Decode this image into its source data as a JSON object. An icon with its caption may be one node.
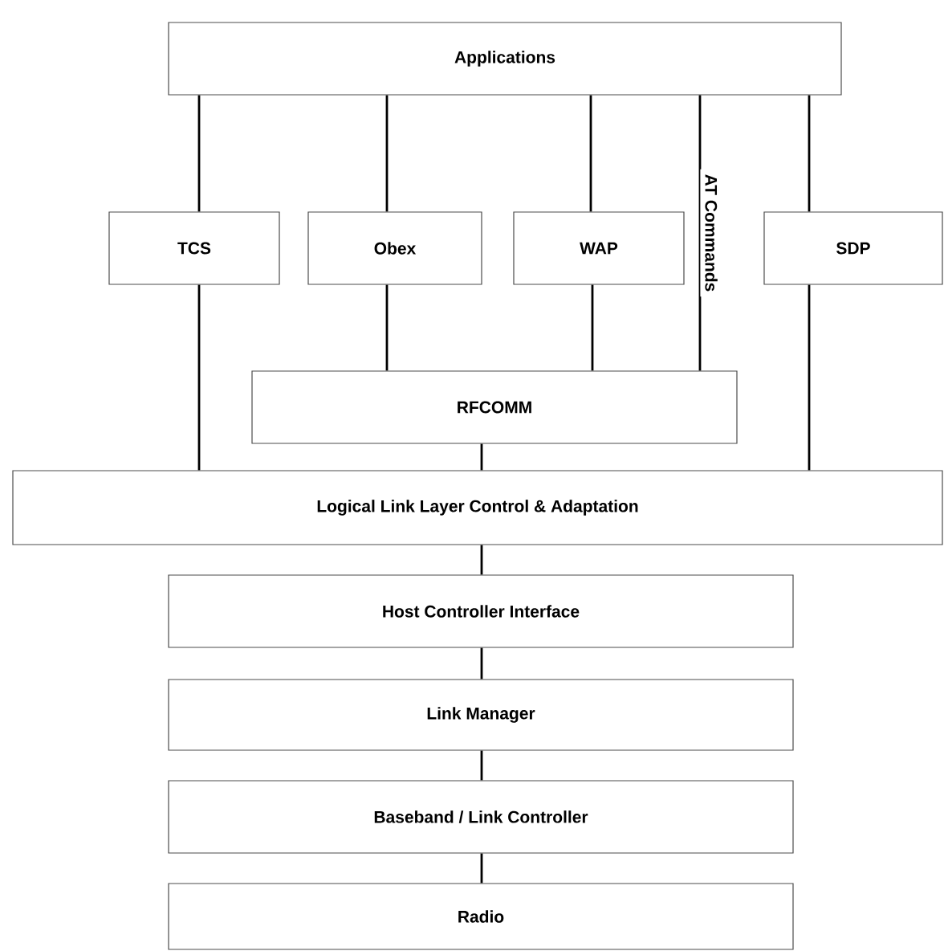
{
  "diagram": {
    "nodes": [
      {
        "text": [
          "Applications"
        ]
      },
      {
        "text": [
          "TCS"
        ]
      },
      {
        "text": [
          "Obex"
        ]
      },
      {
        "text": [
          "WAP"
        ]
      },
      {
        "text": [
          "SDP"
        ]
      },
      {
        "text": [
          "RFCOMM"
        ]
      },
      {
        "text": [
          "Logical Link Layer Control & Adaptation"
        ]
      },
      {
        "text": [
          "Host Controller Interface"
        ]
      },
      {
        "text": [
          "Link Manager"
        ]
      },
      {
        "text": [
          "Baseband / Link Controller"
        ]
      },
      {
        "text": [
          "Radio"
        ]
      }
    ],
    "edges": [
      {
        "from": 0,
        "to": 1,
        "arrow": "none"
      },
      {
        "from": 0,
        "to": 2,
        "arrow": "none"
      },
      {
        "from": 0,
        "to": 3,
        "arrow": "none"
      },
      {
        "from": 0,
        "to": 5,
        "arrow": "none",
        "label": "AT Commands"
      },
      {
        "from": 0,
        "to": 4,
        "arrow": "none"
      },
      {
        "from": 1,
        "to": 6,
        "arrow": "none"
      },
      {
        "from": 2,
        "to": 5,
        "arrow": "none"
      },
      {
        "from": 3,
        "to": 5,
        "arrow": "none"
      },
      {
        "from": 5,
        "to": 6,
        "arrow": "none"
      },
      {
        "from": 4,
        "to": 6,
        "arrow": "none"
      },
      {
        "from": 6,
        "to": 7,
        "arrow": "none"
      },
      {
        "from": 7,
        "to": 8,
        "arrow": "none"
      },
      {
        "from": 8,
        "to": 9,
        "arrow": "none"
      },
      {
        "from": 9,
        "to": 10,
        "arrow": "none"
      }
    ]
  }
}
